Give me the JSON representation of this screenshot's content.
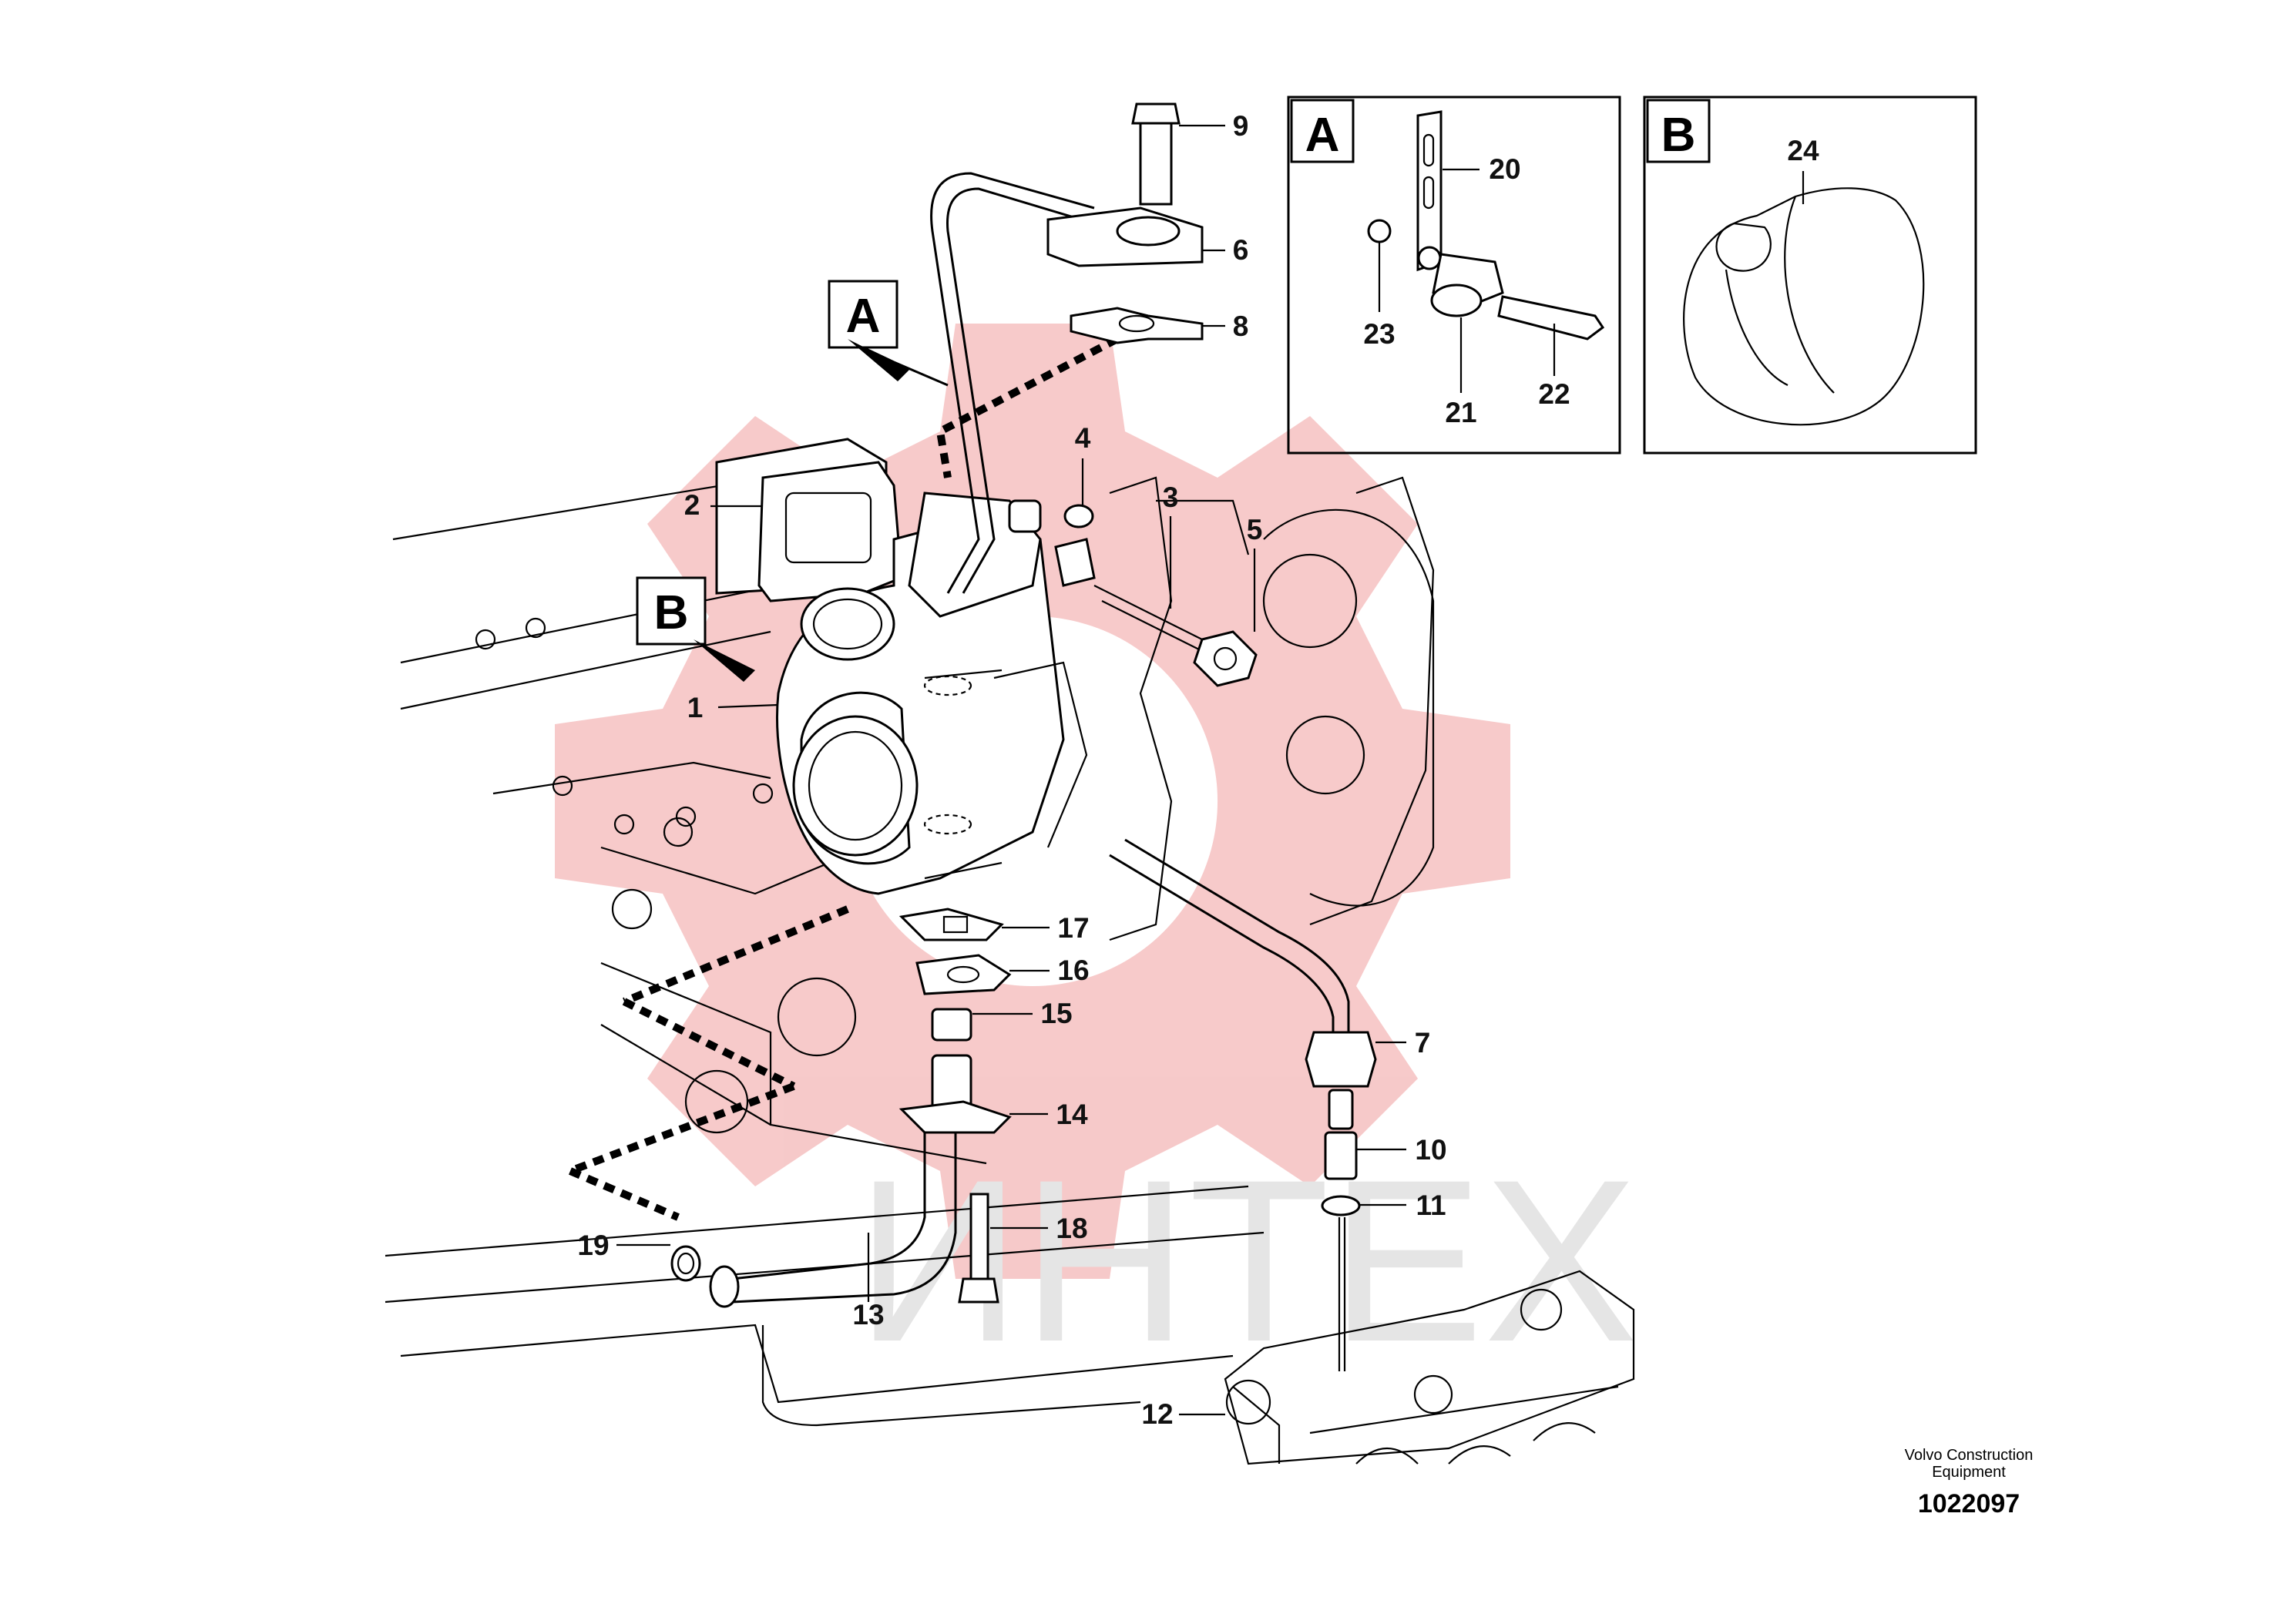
{
  "watermark": {
    "text": "ИНТЕХ",
    "gear_color": "#f4b8b8"
  },
  "views": [
    {
      "id": "A",
      "title": "A"
    },
    {
      "id": "B",
      "title": "B"
    }
  ],
  "callouts": [
    "A",
    "B"
  ],
  "parts": [
    {
      "label": "1"
    },
    {
      "label": "2"
    },
    {
      "label": "3"
    },
    {
      "label": "4"
    },
    {
      "label": "5"
    },
    {
      "label": "6"
    },
    {
      "label": "7"
    },
    {
      "label": "8"
    },
    {
      "label": "9"
    },
    {
      "label": "10"
    },
    {
      "label": "11"
    },
    {
      "label": "12"
    },
    {
      "label": "13"
    },
    {
      "label": "14"
    },
    {
      "label": "15"
    },
    {
      "label": "16"
    },
    {
      "label": "17"
    },
    {
      "label": "18"
    },
    {
      "label": "19"
    },
    {
      "label": "20"
    },
    {
      "label": "21"
    },
    {
      "label": "22"
    },
    {
      "label": "23"
    },
    {
      "label": "24"
    }
  ],
  "footer": {
    "credit_line1": "Volvo Construction",
    "credit_line2": "Equipment",
    "doc_number": "1022097"
  }
}
